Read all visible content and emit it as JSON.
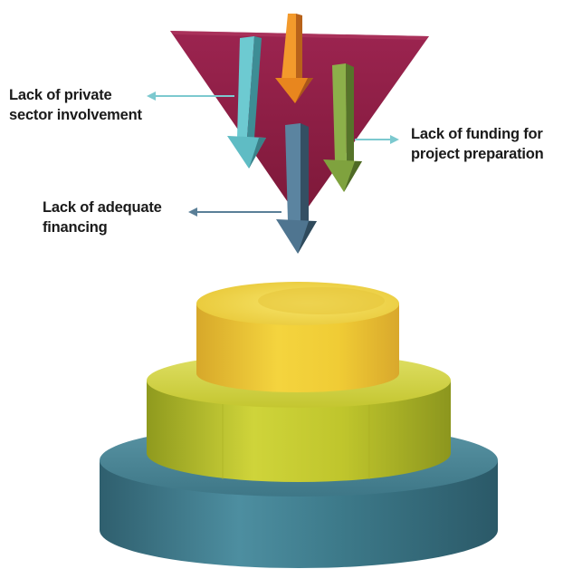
{
  "labels": {
    "private_line1": "Lack of private",
    "private_line2": "sector involvement",
    "funding_line1": "Lack of funding for",
    "funding_line2": "project preparation",
    "financing_line1": "Lack of adequate",
    "financing_line2": "financing"
  },
  "colors": {
    "funnel": "#8e1d44",
    "arrow_orange": "#e0821c",
    "arrow_teal": "#5dbcc4",
    "arrow_green": "#7a9b38",
    "arrow_slate": "#4f7590",
    "tier_top": "#f0d438",
    "tier_middle": "#c9cc2a",
    "tier_base": "#3d7a8a"
  }
}
